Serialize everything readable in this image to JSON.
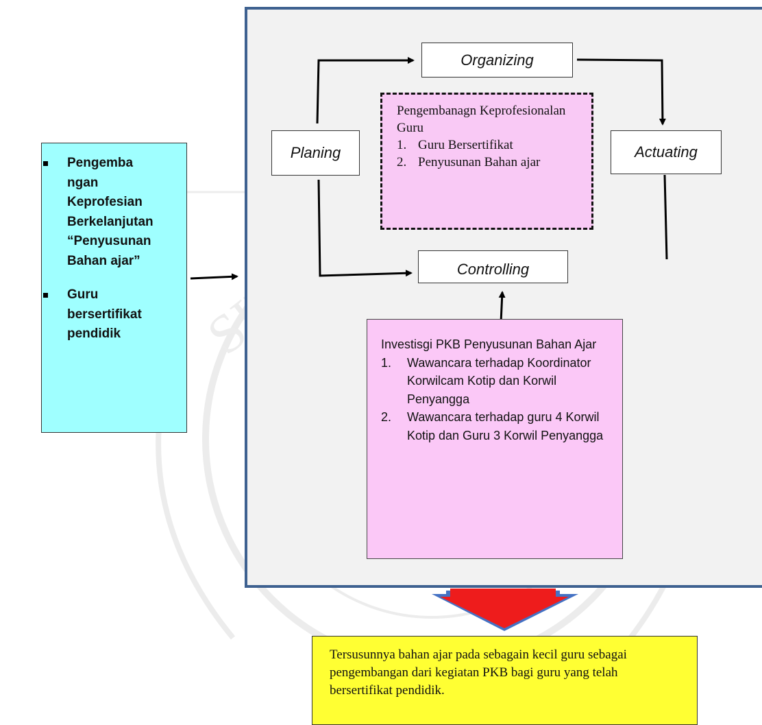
{
  "left_box": {
    "items": [
      "Pengemba ngan Keprofesian Berkelanjutan “Penyusunan Bahan ajar”",
      "Guru bersertifikat pendidik"
    ]
  },
  "nodes": {
    "organizing": "Organizing",
    "planing": "Planing",
    "actuating": "Actuating",
    "controlling": "Controlling"
  },
  "center_box": {
    "title": "Pengembanagn Keprofesionalan  Guru",
    "items": [
      {
        "num": "1.",
        "text": "Guru Bersertifikat"
      },
      {
        "num": "2.",
        "text": "Penyusunan Bahan ajar"
      }
    ]
  },
  "invest_box": {
    "title": "Investisgi PKB Penyusunan Bahan Ajar",
    "items": [
      {
        "num": "1.",
        "text": "Wawancara terhadap Koordinator Korwilcam Kotip dan Korwil Penyangga"
      },
      {
        "num": "2.",
        "text": "Wawancara  terhadap guru 4 Korwil Kotip dan Guru 3 Korwil Penyangga"
      }
    ]
  },
  "result_box": {
    "text": "Tersusunnya bahan ajar pada sebagain kecil guru sebagai pengembangan dari kegiatan PKB bagi guru yang telah bersertifikat pendidik."
  },
  "colors": {
    "left_box_fill": "#9fffff",
    "panel_fill": "#f2f2f2",
    "panel_border": "#3e6190",
    "pink_fill": "#f9c9f5",
    "result_fill": "#ffff33",
    "down_arrow_fill": "#ee1c1c",
    "down_arrow_border": "#4472c4"
  }
}
